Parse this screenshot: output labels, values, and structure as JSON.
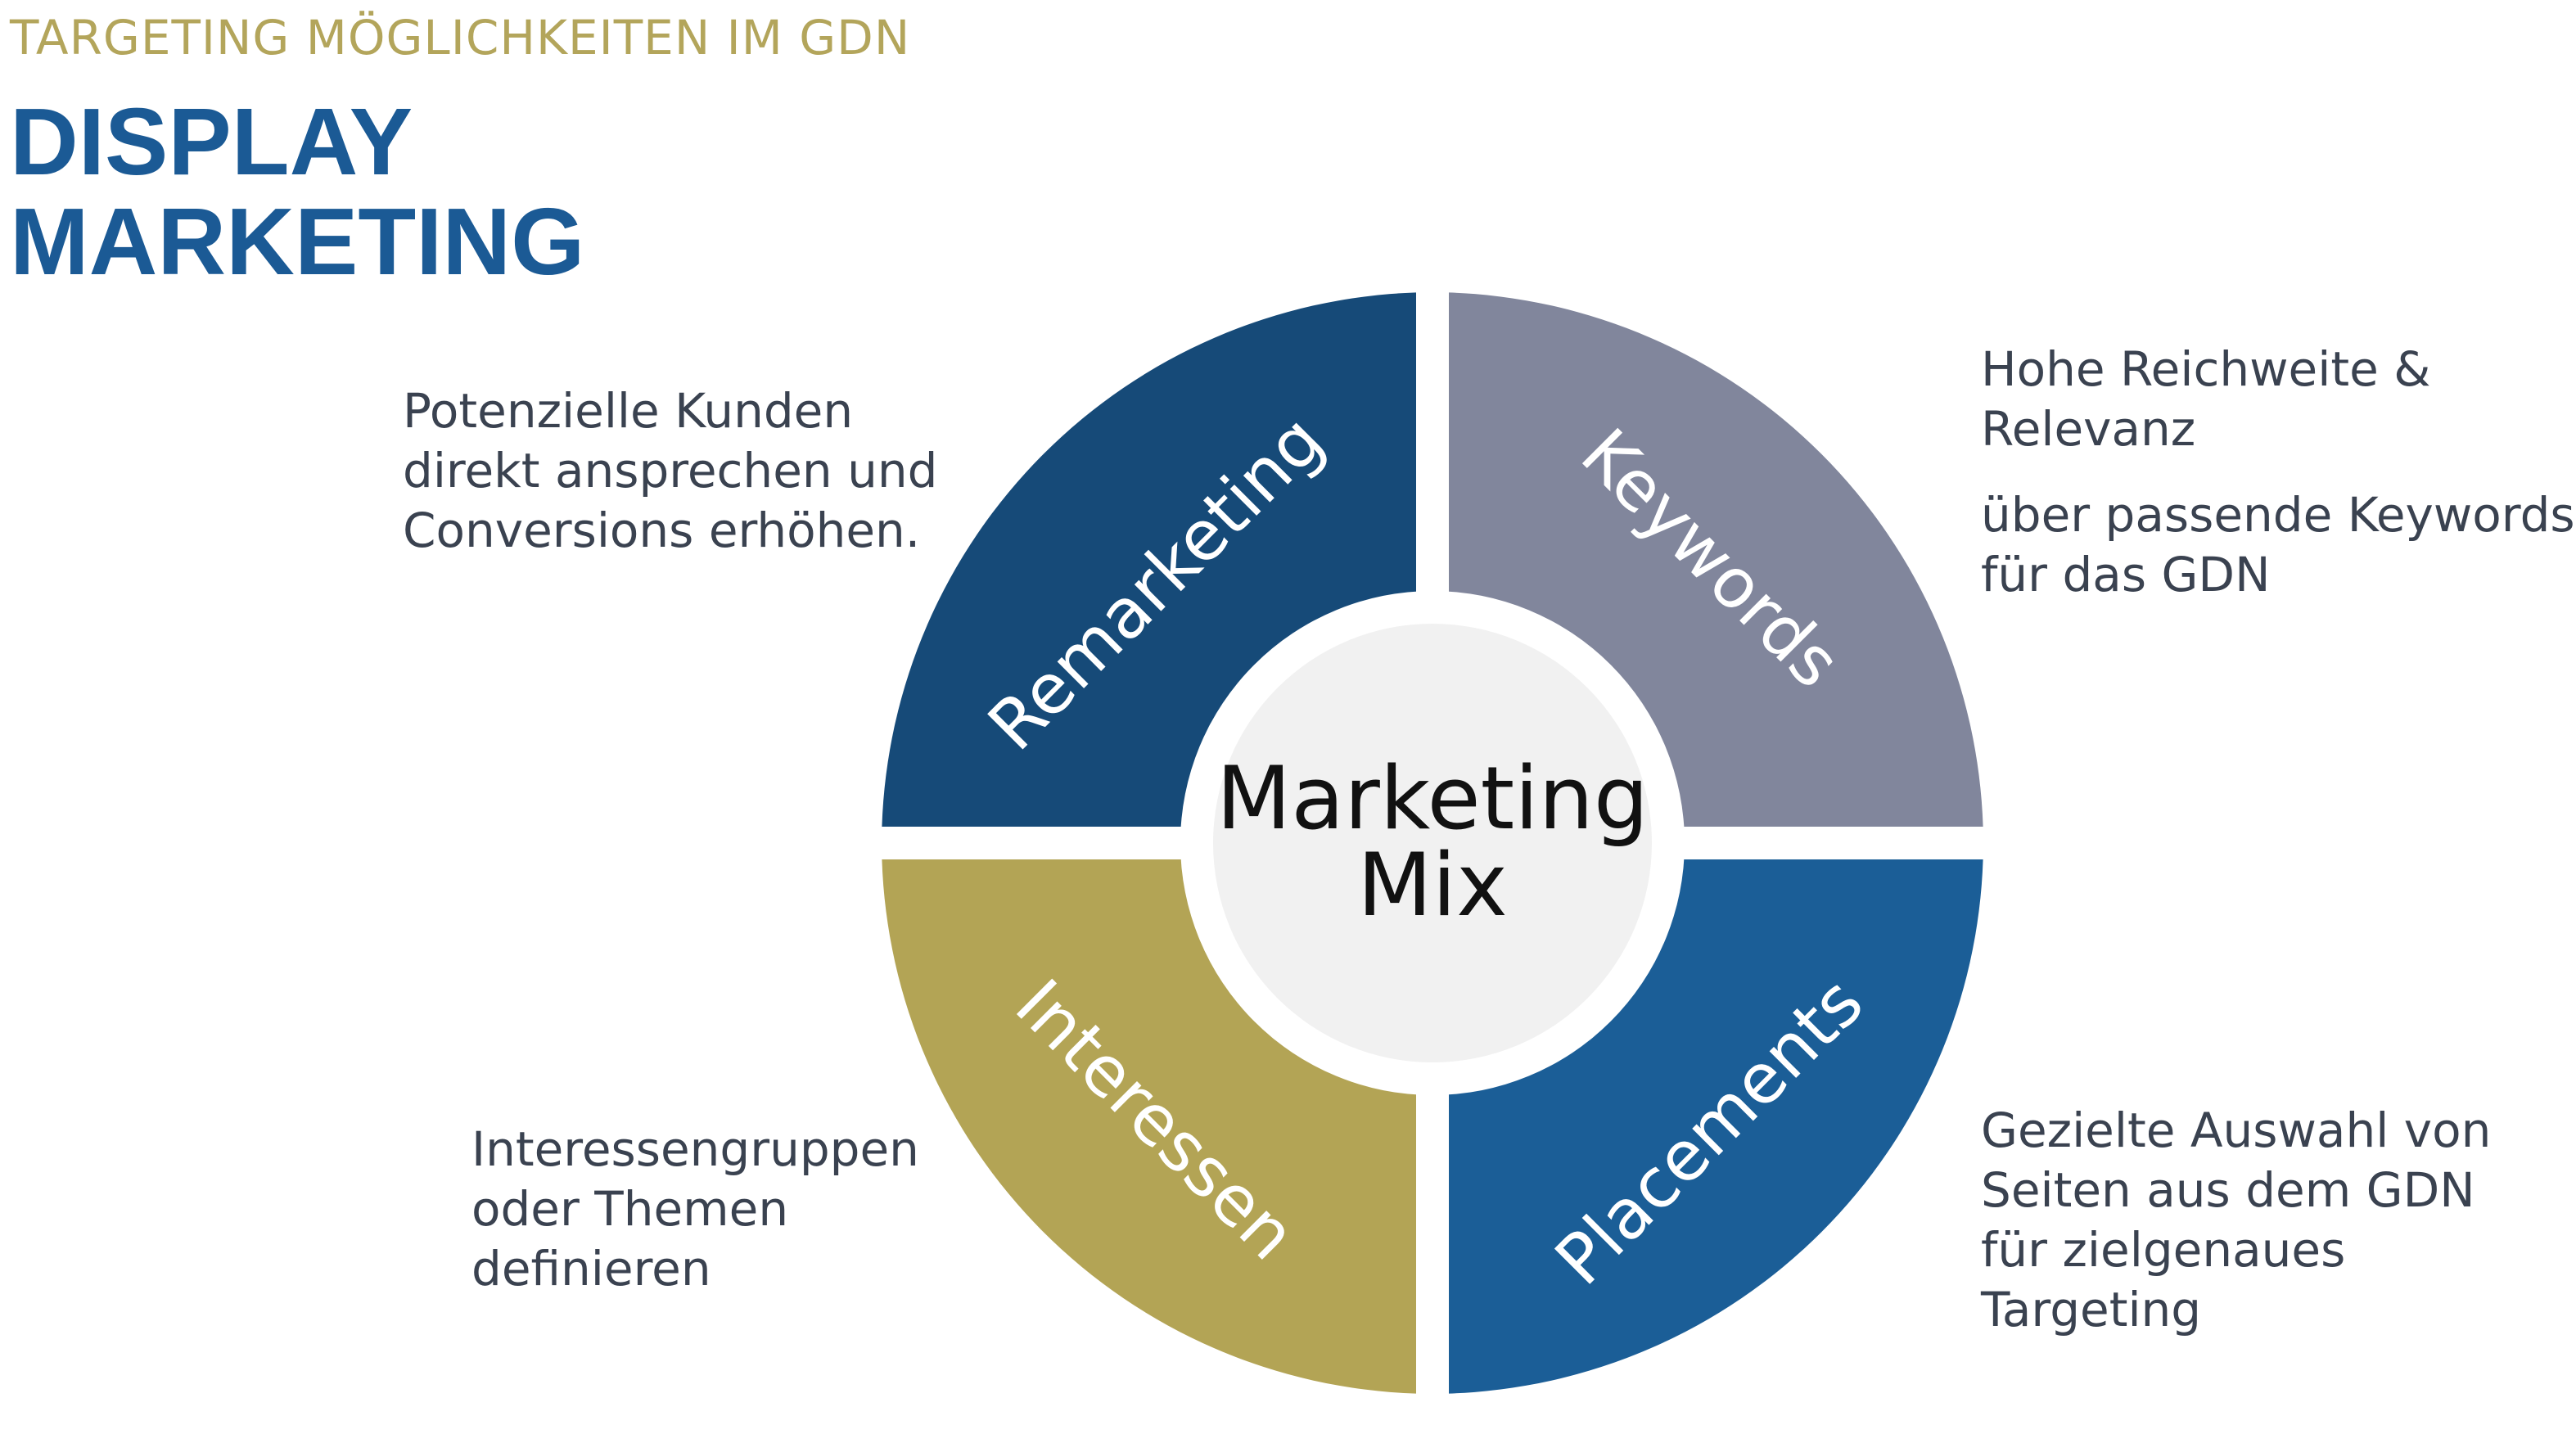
{
  "header": {
    "kicker": "TARGETING MÖGLICHKEITEN IM GDN",
    "title_line1": "DISPLAY",
    "title_line2": "MARKETING"
  },
  "diagram": {
    "center": {
      "line1": "Marketing",
      "line2": "Mix",
      "color": "#f1f1f1"
    },
    "quadrants": [
      {
        "id": "remarketing",
        "label": "Remarketing",
        "color": "#164a78",
        "description": [
          "Potenzielle Kunden",
          "direkt ansprechen und",
          "Conversions erhöhen."
        ]
      },
      {
        "id": "keywords",
        "label": "Keywords",
        "color": "#81869c",
        "description": [
          "Hohe Reichweite &",
          "Relevanz",
          "über passende Keywords",
          "für das GDN"
        ]
      },
      {
        "id": "interessen",
        "label": "Interessen",
        "color": "#b3a455",
        "description": [
          "Interessengruppen",
          "oder Themen",
          "definieren"
        ]
      },
      {
        "id": "placements",
        "label": "Placements",
        "color": "#1b5e97",
        "description": [
          "Gezielte Auswahl von",
          "Seiten aus dem GDN",
          "für zielgenaues",
          "Targeting"
        ]
      }
    ]
  }
}
